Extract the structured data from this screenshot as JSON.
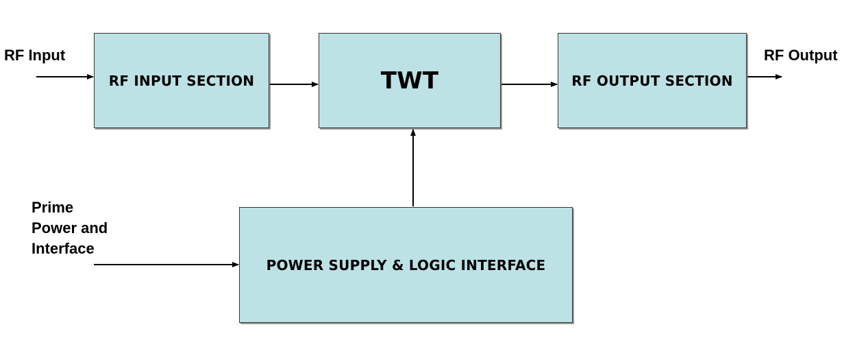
{
  "diagram": {
    "blocks": {
      "rf_input_section": "RF INPUT SECTION",
      "twt": "TWT",
      "rf_output_section": "RF OUTPUT SECTION",
      "power_supply": "POWER SUPPLY & LOGIC INTERFACE"
    },
    "external_labels": {
      "rf_input": "RF Input",
      "rf_output": "RF Output",
      "prime_power": [
        "Prime",
        "Power and",
        "Interface"
      ]
    },
    "colors": {
      "block_fill": "#bce2e5",
      "block_border": "#333333",
      "arrow": "#000000"
    }
  }
}
